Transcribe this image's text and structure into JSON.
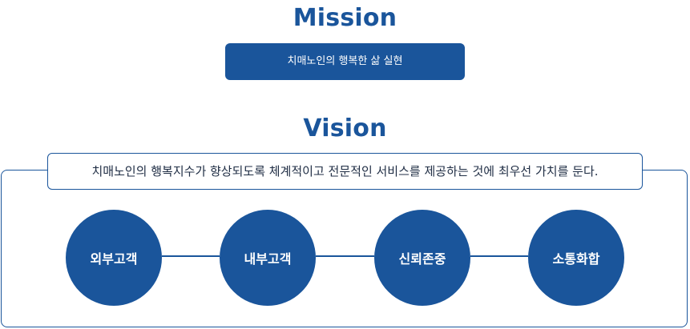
{
  "mission": {
    "heading": "Mission",
    "statement": "치매노인의 행복한 삶 실현"
  },
  "vision": {
    "heading": "Vision",
    "statement": "치매노인의 행복지수가 향상되도록 체계적이고 전문적인 서비스를 제공하는 것에 최우선 가치를 둔다.",
    "values": [
      {
        "label": "외부고객"
      },
      {
        "label": "내부고객"
      },
      {
        "label": "신뢰존중"
      },
      {
        "label": "소통화합"
      }
    ]
  },
  "colors": {
    "brand": "#1a559b",
    "text_dark": "#1f2d44",
    "background": "#ffffff"
  }
}
